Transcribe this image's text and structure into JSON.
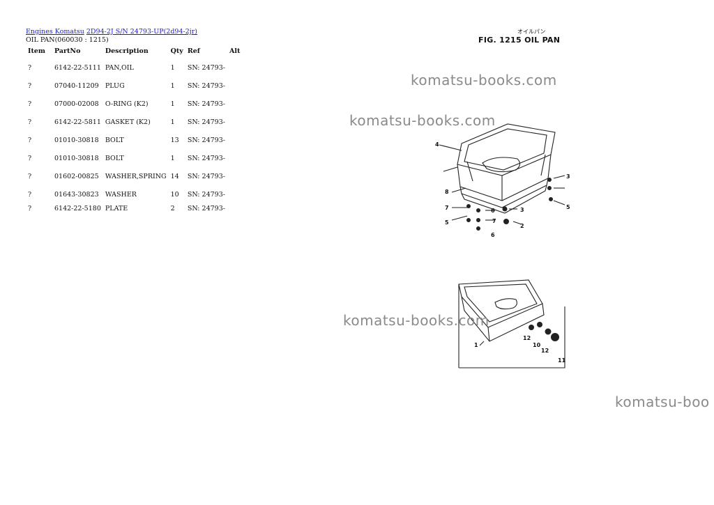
{
  "breadcrumb": {
    "link1": "Engines Komatsu",
    "link2": "2D94-2J S/N 24793-UP(2d94-2jr)"
  },
  "section_title": "OIL PAN(060030 : 1215)",
  "table": {
    "headers": [
      "Item",
      "PartNo",
      "Description",
      "Qty",
      "Ref",
      "Alt"
    ],
    "rows": [
      {
        "item": "?",
        "part": "6142-22-5111",
        "desc": "PAN,OIL",
        "qty": "1",
        "ref": "SN: 24793-"
      },
      {
        "item": "?",
        "part": "07040-11209",
        "desc": "PLUG",
        "qty": "1",
        "ref": "SN: 24793-"
      },
      {
        "item": "?",
        "part": "07000-02008",
        "desc": "O-RING (K2)",
        "qty": "1",
        "ref": "SN: 24793-"
      },
      {
        "item": "?",
        "part": "6142-22-5811",
        "desc": "GASKET (K2)",
        "qty": "1",
        "ref": "SN: 24793-"
      },
      {
        "item": "?",
        "part": "01010-30818",
        "desc": "BOLT",
        "qty": "13",
        "ref": "SN: 24793-"
      },
      {
        "item": "?",
        "part": "01010-30818",
        "desc": "BOLT",
        "qty": "1",
        "ref": "SN: 24793-"
      },
      {
        "item": "?",
        "part": "01602-00825",
        "desc": "WASHER,SPRING",
        "qty": "14",
        "ref": "SN: 24793-"
      },
      {
        "item": "?",
        "part": "01643-30823",
        "desc": "WASHER",
        "qty": "10",
        "ref": "SN: 24793-"
      },
      {
        "item": "?",
        "part": "6142-22-5180",
        "desc": "PLATE",
        "qty": "2",
        "ref": "SN: 24793-"
      }
    ]
  },
  "figure": {
    "title": "FIG. 1215 OIL PAN",
    "japanese": "オイルパン",
    "callouts": [
      "4",
      "8",
      "7",
      "5",
      "6",
      "3",
      "7",
      "5",
      "3",
      "2",
      "6",
      "1",
      "12",
      "10",
      "12",
      "11"
    ]
  },
  "watermarks": [
    "komatsu-books.com",
    "komatsu-books.com",
    "komatsu-books.com",
    "komatsu-boo"
  ]
}
